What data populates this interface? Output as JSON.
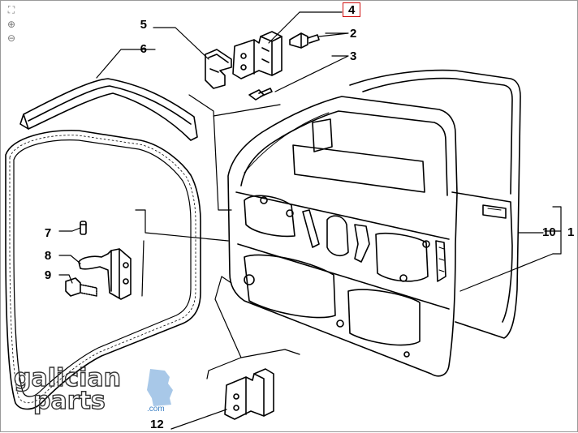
{
  "controls": {
    "reset_glyph": "⛶",
    "zoom_in_glyph": "⊕",
    "zoom_out_glyph": "⊖",
    "icons": [
      "fit-view-icon",
      "zoom-in-icon",
      "zoom-out-icon"
    ]
  },
  "callouts": {
    "c1": "1",
    "c2": "2",
    "c3": "3",
    "c4": "4",
    "c5": "5",
    "c6": "6",
    "c7": "7",
    "c8": "8",
    "c9": "9",
    "c10": "10",
    "c12": "12"
  },
  "highlighted_part": "4",
  "watermark": {
    "line1": "galician",
    "line2": "parts",
    "suffix": ".com",
    "accent_color": "#a8c8e8"
  },
  "colors": {
    "line": "#000000",
    "highlight": "#d01010"
  }
}
